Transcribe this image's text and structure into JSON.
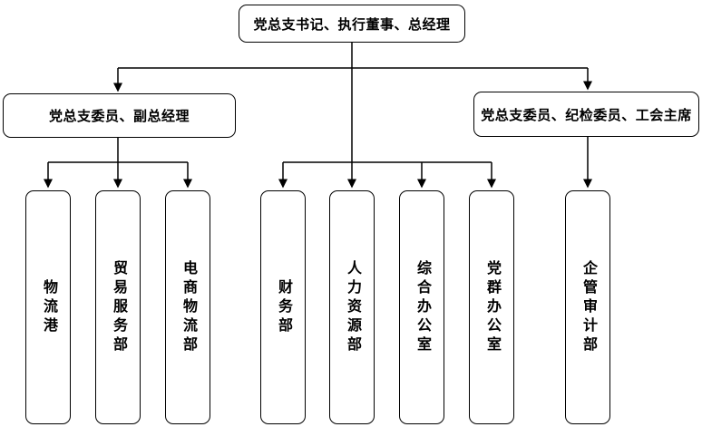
{
  "diagram": {
    "type": "org-chart",
    "root": {
      "label": "党总支书记、执行董事、总经理"
    },
    "left_branch": {
      "label": "党总支委员、副总经理",
      "children": [
        {
          "label": "物流港"
        },
        {
          "label": "贸易服务部"
        },
        {
          "label": "电商物流部"
        }
      ]
    },
    "center_children": [
      {
        "label": "财务部"
      },
      {
        "label": "人力资源部"
      },
      {
        "label": "综合办公室"
      },
      {
        "label": "党群办公室"
      }
    ],
    "right_branch": {
      "label": "党总支委员、纪检委员、工会主席",
      "children": [
        {
          "label": "企管审计部"
        }
      ]
    },
    "colors": {
      "background": "#ffffff",
      "node_fill": "#ffffff",
      "node_border": "#000000",
      "connector": "#000000",
      "text": "#000000"
    }
  }
}
